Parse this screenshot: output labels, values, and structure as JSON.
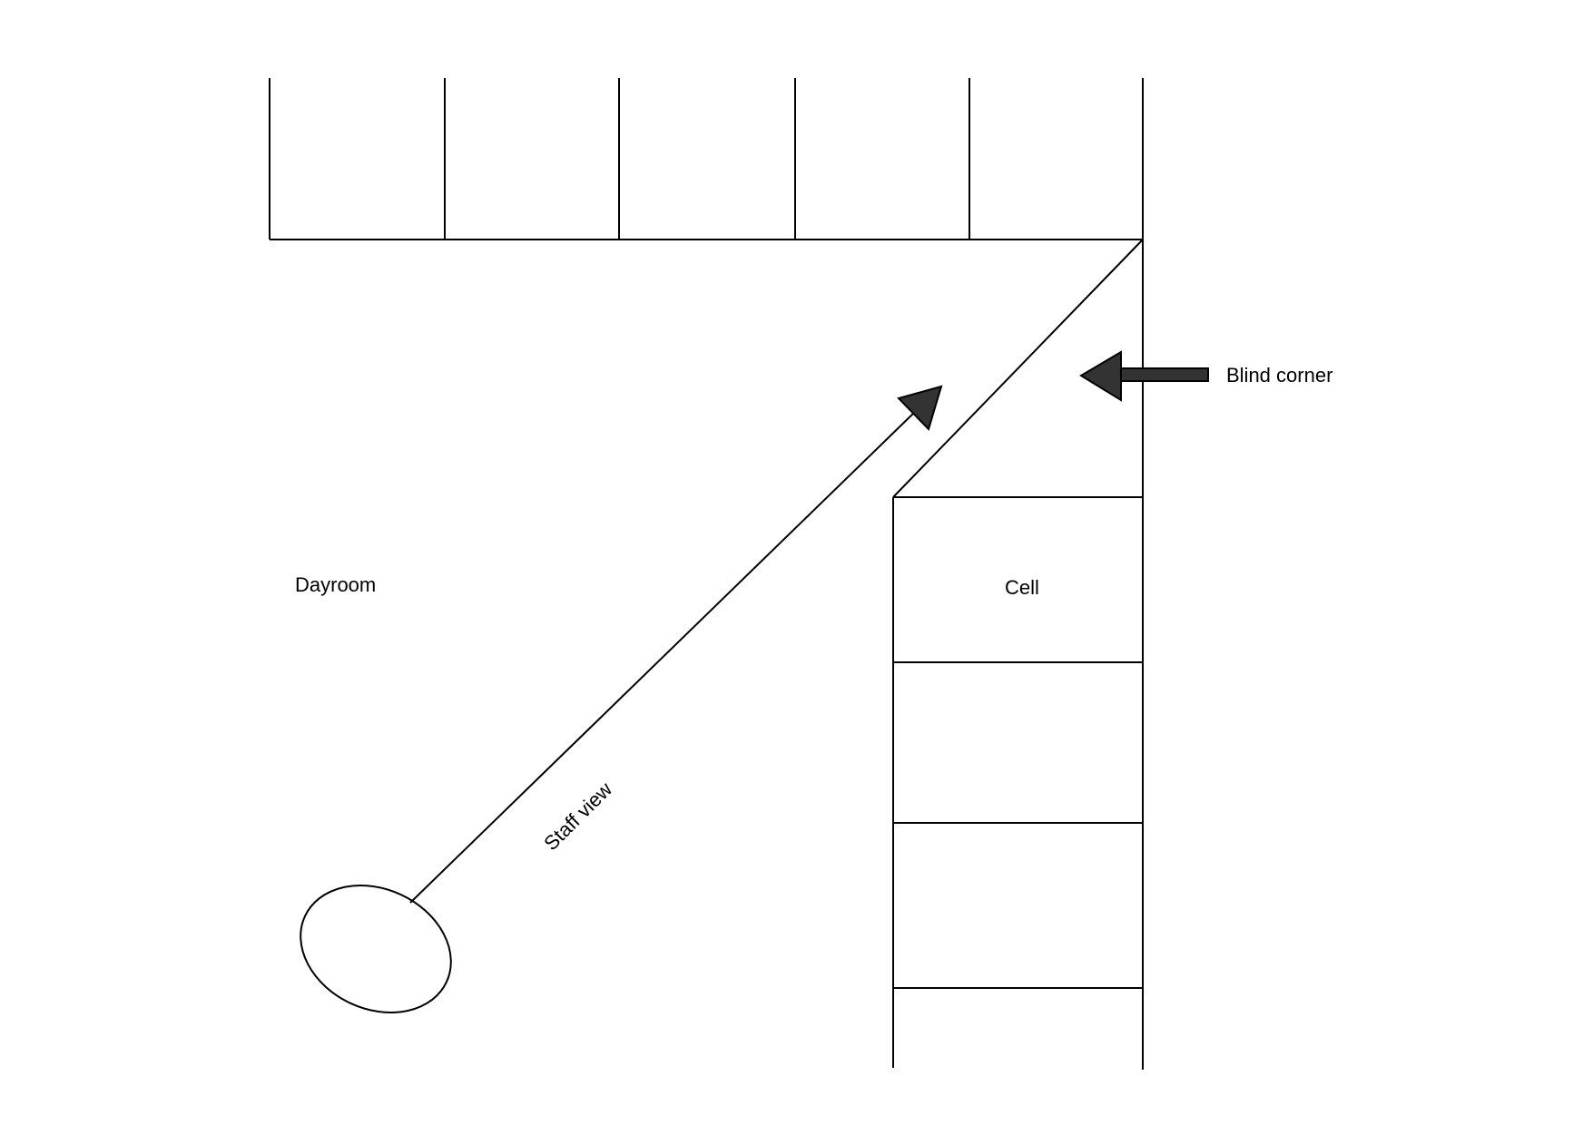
{
  "labels": {
    "dayroom": "Dayroom",
    "cell": "Cell",
    "staff_view": "Staff view",
    "blind_corner": "Blind corner"
  },
  "colors": {
    "line": "#000000",
    "arrow_fill": "#333333"
  }
}
